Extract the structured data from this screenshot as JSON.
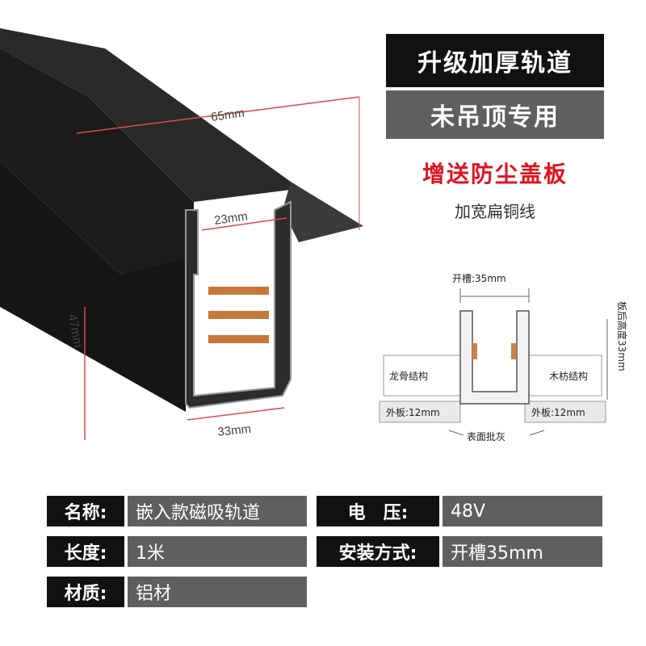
{
  "headline": {
    "title": "升级加厚轨道",
    "subtitle": "未吊顶专用"
  },
  "promo": {
    "main": "增送防尘盖板",
    "sub": "加宽扁铜线"
  },
  "product_dims": {
    "width_top": "65mm",
    "inner": "23mm",
    "height": "47mm",
    "bottom": "33mm"
  },
  "diagram": {
    "slot": "开槽:35mm",
    "board_height": "板后高度33mm",
    "left_structure": "龙骨结构",
    "right_structure": "木枋结构",
    "left_panel": "外板:12mm",
    "right_panel": "外板:12mm",
    "surface": "表面批灰"
  },
  "specs": [
    {
      "key": "名称:",
      "value": "嵌入款磁吸轨道"
    },
    {
      "key": "电　压:",
      "value": "48V"
    },
    {
      "key": "长度:",
      "value": "1米"
    },
    {
      "key": "安装方式:",
      "value": "开槽35mm"
    },
    {
      "key": "材质:",
      "value": "铝材"
    }
  ],
  "colors": {
    "dark": "#111111",
    "gray": "#5f5f5f",
    "red": "#e0141e",
    "dim_line": "#e04a4a",
    "copper": "#c8783a"
  }
}
